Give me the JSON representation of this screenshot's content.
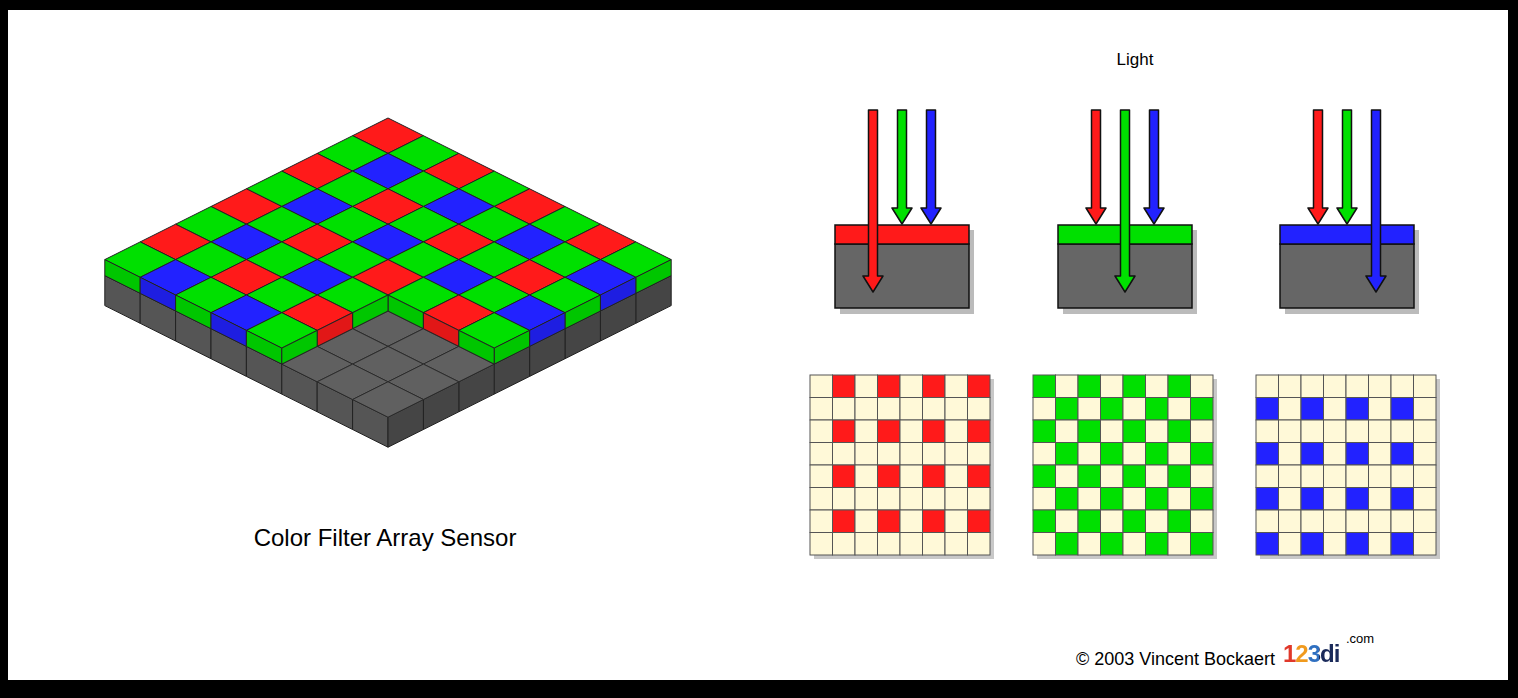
{
  "diagram": {
    "labels": [
      "Light",
      "Color Filter Array Sensor",
      "© 2003 Vincent Bockaert",
      "123di",
      ".com"
    ]
  }
}
